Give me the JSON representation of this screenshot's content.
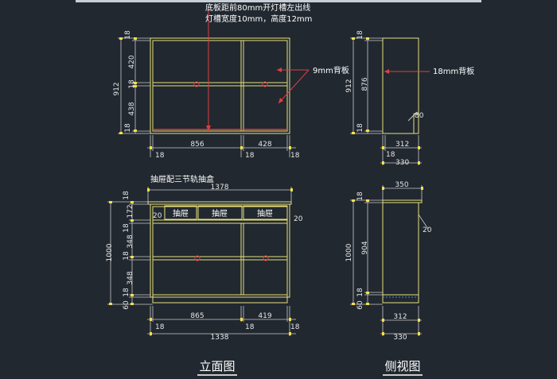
{
  "notes": {
    "groove_line1": "底板距前80mm开灯槽左出线",
    "groove_line2": "灯槽宽度10mm，高度12mm",
    "back_9mm": "9mm背板",
    "back_18mm": "18mm背板",
    "drawer_note": "抽屉配三节轨抽盒"
  },
  "captions": {
    "front": "立面图",
    "side": "侧视图"
  },
  "drawer_label": "抽屉",
  "top_front": {
    "h_total": "912",
    "h_top": "18",
    "h_upper": "420",
    "h_mid": "18",
    "h_lower": "438",
    "h_bottom": "18",
    "w_left_side": "18",
    "w_left": "856",
    "w_mid": "18",
    "w_right": "428",
    "w_right_side": "18"
  },
  "top_side": {
    "h_total": "912",
    "h_top": "18",
    "h_inner": "876",
    "h_bottom": "18",
    "d_back": "18",
    "d_inner": "312",
    "d_total": "330",
    "groove": "80"
  },
  "bottom_front": {
    "w_total": "1378",
    "h_total": "1000",
    "h_top": "18",
    "h_drawer": "172",
    "h_mid1": "18",
    "h_upper": "348",
    "h_mid2": "18",
    "h_lower": "348",
    "h_bottom": "18",
    "h_plinth": "60",
    "overhang_left": "20",
    "overhang_right": "20",
    "w_left_side": "18",
    "w_left": "865",
    "w_mid": "18",
    "w_right": "419",
    "w_right_side": "18",
    "w_carcass": "1338"
  },
  "bottom_side": {
    "d_top": "350",
    "h_total": "1000",
    "h_top": "18",
    "h_inner": "904",
    "h_bottom": "18",
    "h_plinth": "60",
    "overhang": "20",
    "d_inner": "312",
    "d_total": "330"
  }
}
